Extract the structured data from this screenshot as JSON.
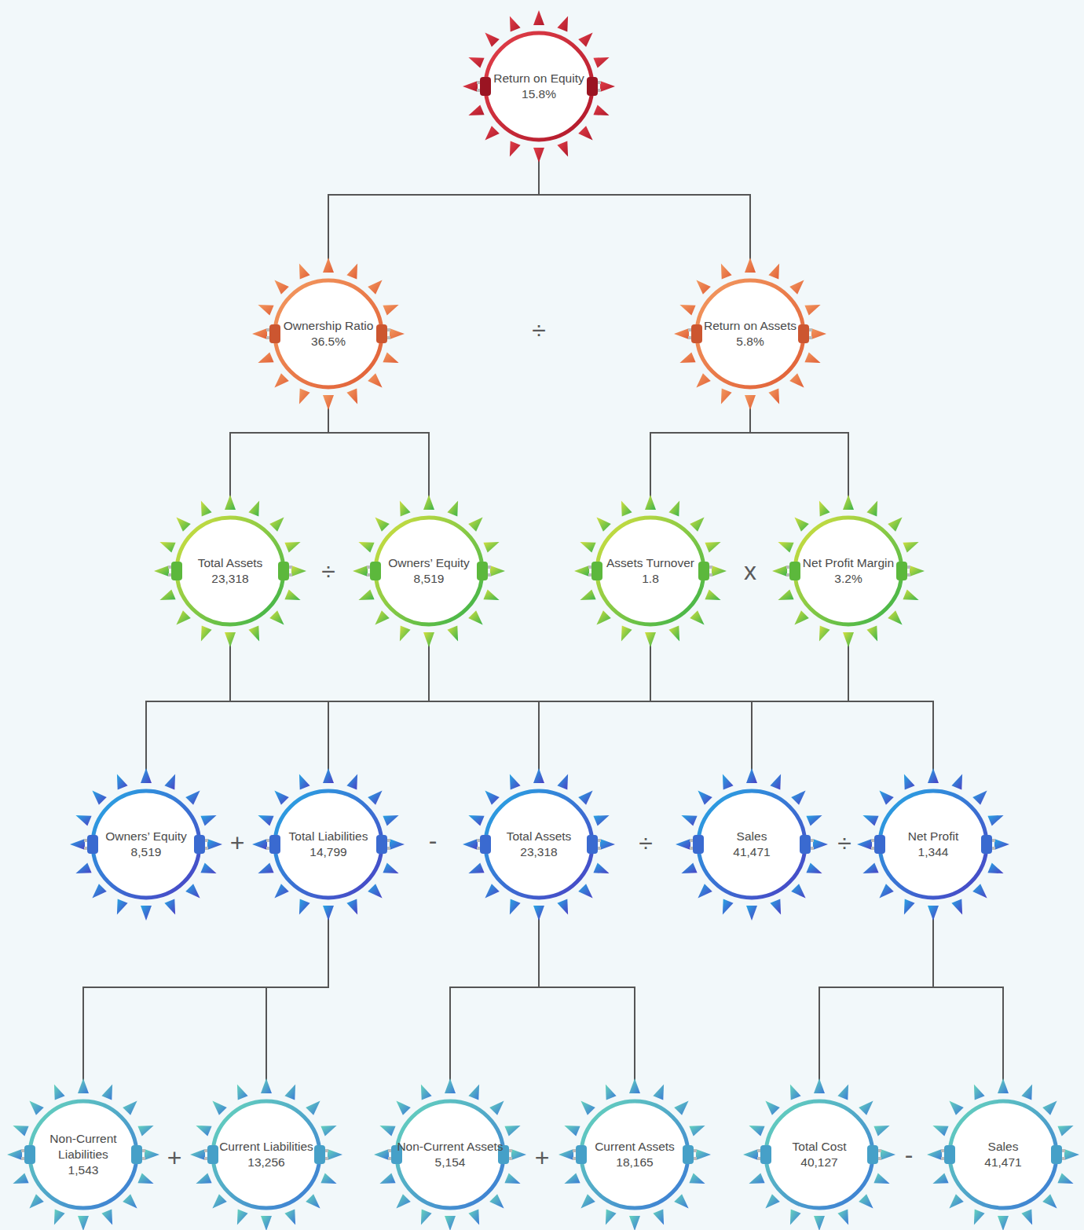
{
  "diagram": {
    "nodes": [
      {
        "text": [
          "Return on Equity",
          "15.8%"
        ]
      },
      {
        "text": [
          "Ownership Ratio",
          "36.5%"
        ]
      },
      {
        "text": [
          "Return on Assets",
          "5.8%"
        ]
      },
      {
        "text": [
          "Total Assets",
          "23,318"
        ]
      },
      {
        "text": [
          "Owners’ Equity",
          "8,519"
        ]
      },
      {
        "text": [
          "Assets Turnover",
          "1.8"
        ]
      },
      {
        "text": [
          "Net Profit Margin",
          "3.2%"
        ]
      },
      {
        "text": [
          "Owners’ Equity",
          "8,519"
        ]
      },
      {
        "text": [
          "Total Liabilities",
          "14,799"
        ]
      },
      {
        "text": [
          "Total Assets",
          "23,318"
        ]
      },
      {
        "text": [
          "Sales",
          "41,471"
        ]
      },
      {
        "text": [
          "Net Profit",
          "1,344"
        ]
      },
      {
        "text": [
          "Non-Current Liabilities",
          "1,543"
        ]
      },
      {
        "text": [
          "Current Liabilities",
          "13,256"
        ]
      },
      {
        "text": [
          "Non-Current Assets",
          "5,154"
        ]
      },
      {
        "text": [
          "Current Assets",
          "18,165"
        ]
      },
      {
        "text": [
          "Total Cost",
          "40,127"
        ]
      },
      {
        "text": [
          "Sales",
          "41,471"
        ]
      }
    ],
    "edges": [
      {
        "from": 0,
        "to": 1,
        "arrow": "none"
      },
      {
        "from": 0,
        "to": 2,
        "arrow": "none"
      },
      {
        "from": 1,
        "to": 3,
        "arrow": "none"
      },
      {
        "from": 1,
        "to": 4,
        "arrow": "none"
      },
      {
        "from": 2,
        "to": 5,
        "arrow": "none"
      },
      {
        "from": 2,
        "to": 6,
        "arrow": "none"
      },
      {
        "from": 3,
        "to": 7,
        "arrow": "none"
      },
      {
        "from": 3,
        "to": 8,
        "arrow": "none"
      },
      {
        "from": 3,
        "to": 9,
        "arrow": "none"
      },
      {
        "from": 3,
        "to": 10,
        "arrow": "none"
      },
      {
        "from": 3,
        "to": 11,
        "arrow": "none"
      },
      {
        "from": 4,
        "to": 7,
        "arrow": "none"
      },
      {
        "from": 4,
        "to": 8,
        "arrow": "none"
      },
      {
        "from": 4,
        "to": 9,
        "arrow": "none"
      },
      {
        "from": 4,
        "to": 10,
        "arrow": "none"
      },
      {
        "from": 4,
        "to": 11,
        "arrow": "none"
      },
      {
        "from": 5,
        "to": 7,
        "arrow": "none"
      },
      {
        "from": 5,
        "to": 8,
        "arrow": "none"
      },
      {
        "from": 5,
        "to": 9,
        "arrow": "none"
      },
      {
        "from": 5,
        "to": 10,
        "arrow": "none"
      },
      {
        "from": 5,
        "to": 11,
        "arrow": "none"
      },
      {
        "from": 6,
        "to": 7,
        "arrow": "none"
      },
      {
        "from": 6,
        "to": 8,
        "arrow": "none"
      },
      {
        "from": 6,
        "to": 9,
        "arrow": "none"
      },
      {
        "from": 6,
        "to": 10,
        "arrow": "none"
      },
      {
        "from": 6,
        "to": 11,
        "arrow": "none"
      },
      {
        "from": 8,
        "to": 12,
        "arrow": "none"
      },
      {
        "from": 8,
        "to": 13,
        "arrow": "none"
      },
      {
        "from": 9,
        "to": 14,
        "arrow": "none"
      },
      {
        "from": 9,
        "to": 15,
        "arrow": "none"
      },
      {
        "from": 11,
        "to": 16,
        "arrow": "none"
      },
      {
        "from": 11,
        "to": 17,
        "arrow": "none"
      }
    ],
    "labels": [
      "÷",
      "÷",
      "x",
      "+",
      "-",
      "÷",
      "÷",
      "+",
      "+",
      "-"
    ]
  }
}
